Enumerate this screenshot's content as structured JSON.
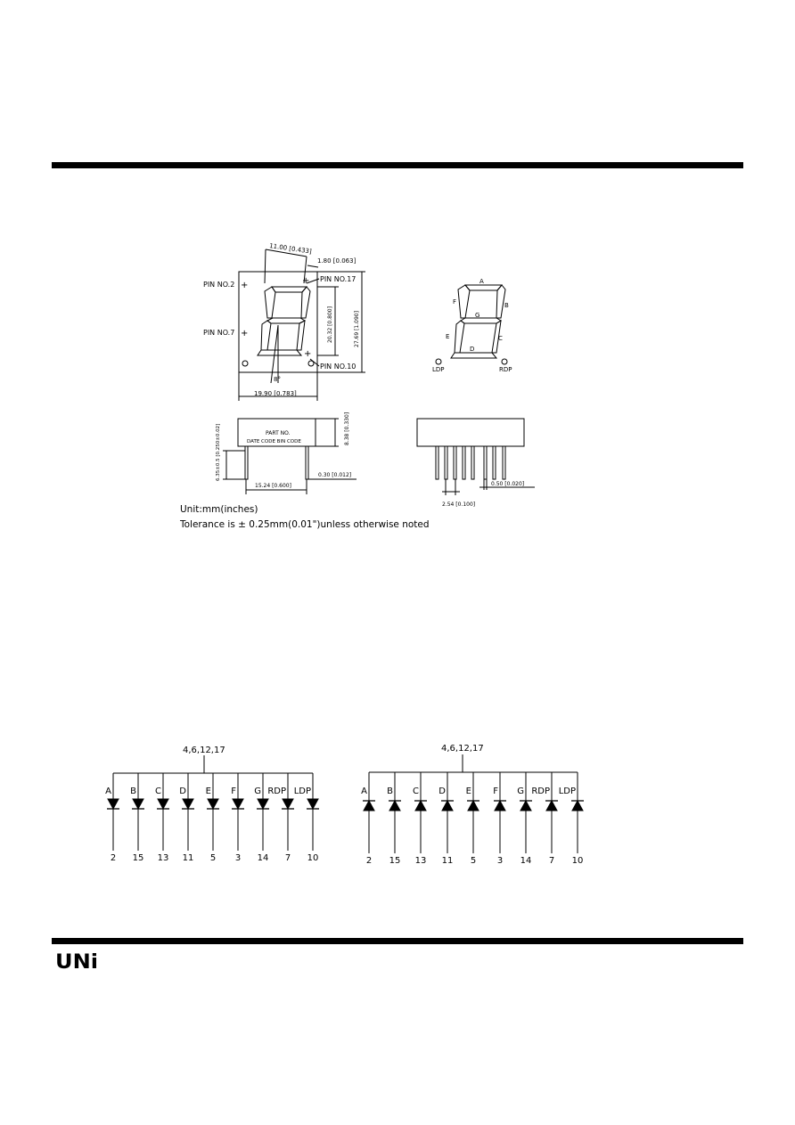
{
  "front_view": {
    "dim_width_top": "11.00 [0.433]",
    "dim_seg_width": "1.80 [0.063]",
    "pin_2": "PIN NO.2",
    "pin_7": "PIN NO.7",
    "pin_17": "PIN NO.17",
    "pin_10": "PIN NO.10",
    "dim_digit_height": "20.32 [0.800]",
    "dim_total_height": "27.69 [1.090]",
    "slant_angle": "8°",
    "dim_total_width": "19.90 [0.783]",
    "plus_sign": "+"
  },
  "segment_map": {
    "labels": [
      "A",
      "B",
      "C",
      "D",
      "E",
      "F",
      "G"
    ],
    "ldp": "LDP",
    "rdp": "RDP"
  },
  "side_view": {
    "part_no": "PART NO.",
    "date_code": "DATE CODE BIN CODE",
    "dim_body_height": "8.38 [0.330]",
    "dim_pin_length": "6.35±0.5 [0.250±0.02]",
    "dim_pin_spacing": "15.24 [0.600]",
    "dim_pin_thickness": "0.30 [0.012]"
  },
  "bottom_view": {
    "dim_pitch": "2.54 [0.100]",
    "dim_pin_width": "0.50 [0.020]"
  },
  "notes": {
    "unit": "Unit:mm(inches)",
    "tolerance": "Tolerance is ± 0.25mm(0.01\")unless otherwise noted"
  },
  "circuit_left": {
    "common": "4,6,12,17",
    "segments": [
      "A",
      "B",
      "C",
      "D",
      "E",
      "F",
      "G",
      "RDP",
      "LDP"
    ],
    "pins": [
      "2",
      "15",
      "13",
      "11",
      "5",
      "3",
      "14",
      "7",
      "10"
    ]
  },
  "circuit_right": {
    "common": "4,6,12,17",
    "segments": [
      "A",
      "B",
      "C",
      "D",
      "E",
      "F",
      "G",
      "RDP",
      "LDP"
    ],
    "pins": [
      "2",
      "15",
      "13",
      "11",
      "5",
      "3",
      "14",
      "7",
      "10"
    ]
  },
  "footer": {
    "logo_text": "UNi"
  },
  "colors": {
    "ink": "#000000",
    "paper": "#ffffff"
  }
}
